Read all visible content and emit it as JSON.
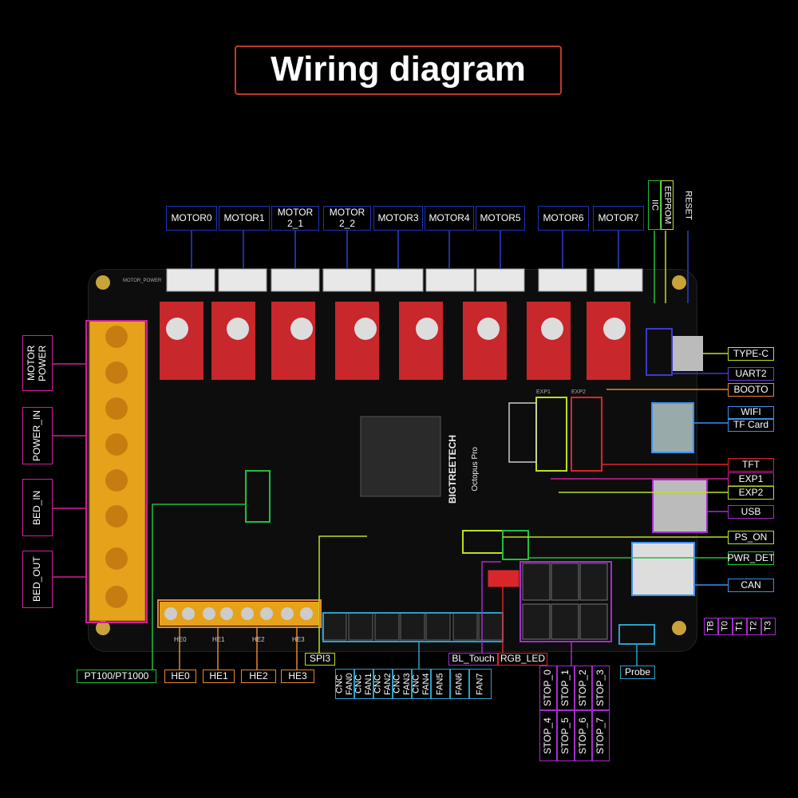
{
  "title": "Wiring diagram",
  "motors": [
    "MOTOR0",
    "MOTOR1",
    "MOTOR\n2_1",
    "MOTOR\n2_2",
    "MOTOR3",
    "MOTOR4",
    "MOTOR5",
    "MOTOR6",
    "MOTOR7"
  ],
  "top_right": [
    "IIC",
    "EEPROM",
    "RESET"
  ],
  "left": [
    "MOTOR\nPOWER",
    "POWER_IN",
    "BED_IN",
    "BED_OUT"
  ],
  "right": [
    "TYPE-C",
    "UART2",
    "BOOTO",
    "WIFI",
    "TF Card",
    "TFT",
    "EXP1",
    "EXP2",
    "USB",
    "PS_ON",
    "PWR_DET",
    "CAN"
  ],
  "thermistors": [
    "TB",
    "T0",
    "T1",
    "T2",
    "T3"
  ],
  "bottom": {
    "pt100": "PT100/PT1000",
    "heaters": [
      "HE0",
      "HE1",
      "HE2",
      "HE3"
    ],
    "spi": "SPI3",
    "fans": [
      "CNC\nFAN0",
      "CNC\nFAN1",
      "CNC\nFAN2",
      "CNC\nFAN3",
      "CNC\nFAN4",
      "FAN5",
      "FAN6",
      "FAN7"
    ],
    "bltouch": "BL_Touch",
    "rgb": "RGB_LED",
    "stops_top": [
      "STOP_0",
      "STOP_1",
      "STOP_2",
      "STOP_3"
    ],
    "stops_bottom": [
      "STOP_4",
      "STOP_5",
      "STOP_6",
      "STOP_7"
    ],
    "probe": "Probe"
  },
  "board": {
    "brand": "BIGTREETECH",
    "model": "Octopus Pro",
    "silk_motor_power": "MOTOR_POWER",
    "silk_heaters": [
      "HE0",
      "HE1",
      "HE2",
      "HE3"
    ],
    "silk_exp1": "EXP1",
    "silk_exp2": "EXP2"
  },
  "colors": {
    "motor": "#2d3fd1",
    "power": "#d21f9c",
    "pt100": "#1fbf3f",
    "heater": "#e3892a",
    "fan": "#2aa0c9",
    "stop": "#a52ccf",
    "rgb": "#d9262b"
  }
}
